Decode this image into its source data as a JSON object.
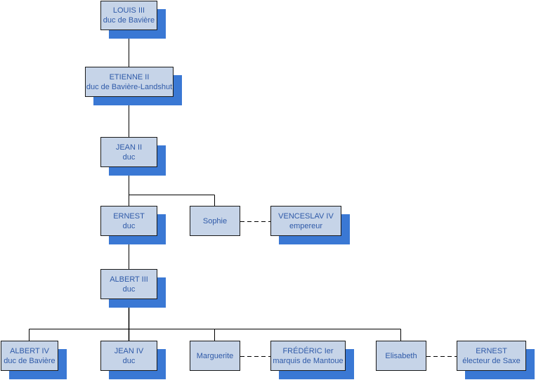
{
  "colors": {
    "box_fill": "#c6d4e8",
    "shadow": "#3a78d4",
    "text": "#2f5aa8",
    "line": "#000000"
  },
  "tree": {
    "nodes": [
      {
        "id": "louis3",
        "name": "LOUIS III",
        "title": "duc de Bavière"
      },
      {
        "id": "etienne2",
        "name": "ETIENNE II",
        "title": "duc de Bavière-Landshut"
      },
      {
        "id": "jean2",
        "name": "JEAN II",
        "title": "duc"
      },
      {
        "id": "ernest",
        "name": "ERNEST",
        "title": "duc"
      },
      {
        "id": "sophie",
        "name": "Sophie",
        "title": ""
      },
      {
        "id": "venceslav4",
        "name": "VENCESLAV IV",
        "title": "empereur"
      },
      {
        "id": "albert3",
        "name": "ALBERT III",
        "title": "duc"
      },
      {
        "id": "albert4",
        "name": "ALBERT IV",
        "title": "duc de Bavière"
      },
      {
        "id": "jean4",
        "name": "JEAN IV",
        "title": "duc"
      },
      {
        "id": "marguerite",
        "name": "Marguerite",
        "title": ""
      },
      {
        "id": "frederic1",
        "name": "FRÉDÉRIC Ier",
        "title": "marquis de Mantoue"
      },
      {
        "id": "elisabeth",
        "name": "Elisabeth",
        "title": ""
      },
      {
        "id": "ernest_saxe",
        "name": "ERNEST",
        "title": "électeur de Saxe"
      }
    ],
    "parent_child": [
      {
        "parent": "louis3",
        "children": [
          "etienne2"
        ]
      },
      {
        "parent": "etienne2",
        "children": [
          "jean2"
        ]
      },
      {
        "parent": "jean2",
        "children": [
          "ernest",
          "sophie"
        ]
      },
      {
        "parent": "ernest",
        "children": [
          "albert3"
        ]
      },
      {
        "parent": "albert3",
        "children": [
          "albert4",
          "jean4",
          "marguerite",
          "elisabeth"
        ]
      }
    ],
    "marriages": [
      {
        "a": "sophie",
        "b": "venceslav4"
      },
      {
        "a": "marguerite",
        "b": "frederic1"
      },
      {
        "a": "elisabeth",
        "b": "ernest_saxe"
      }
    ]
  }
}
